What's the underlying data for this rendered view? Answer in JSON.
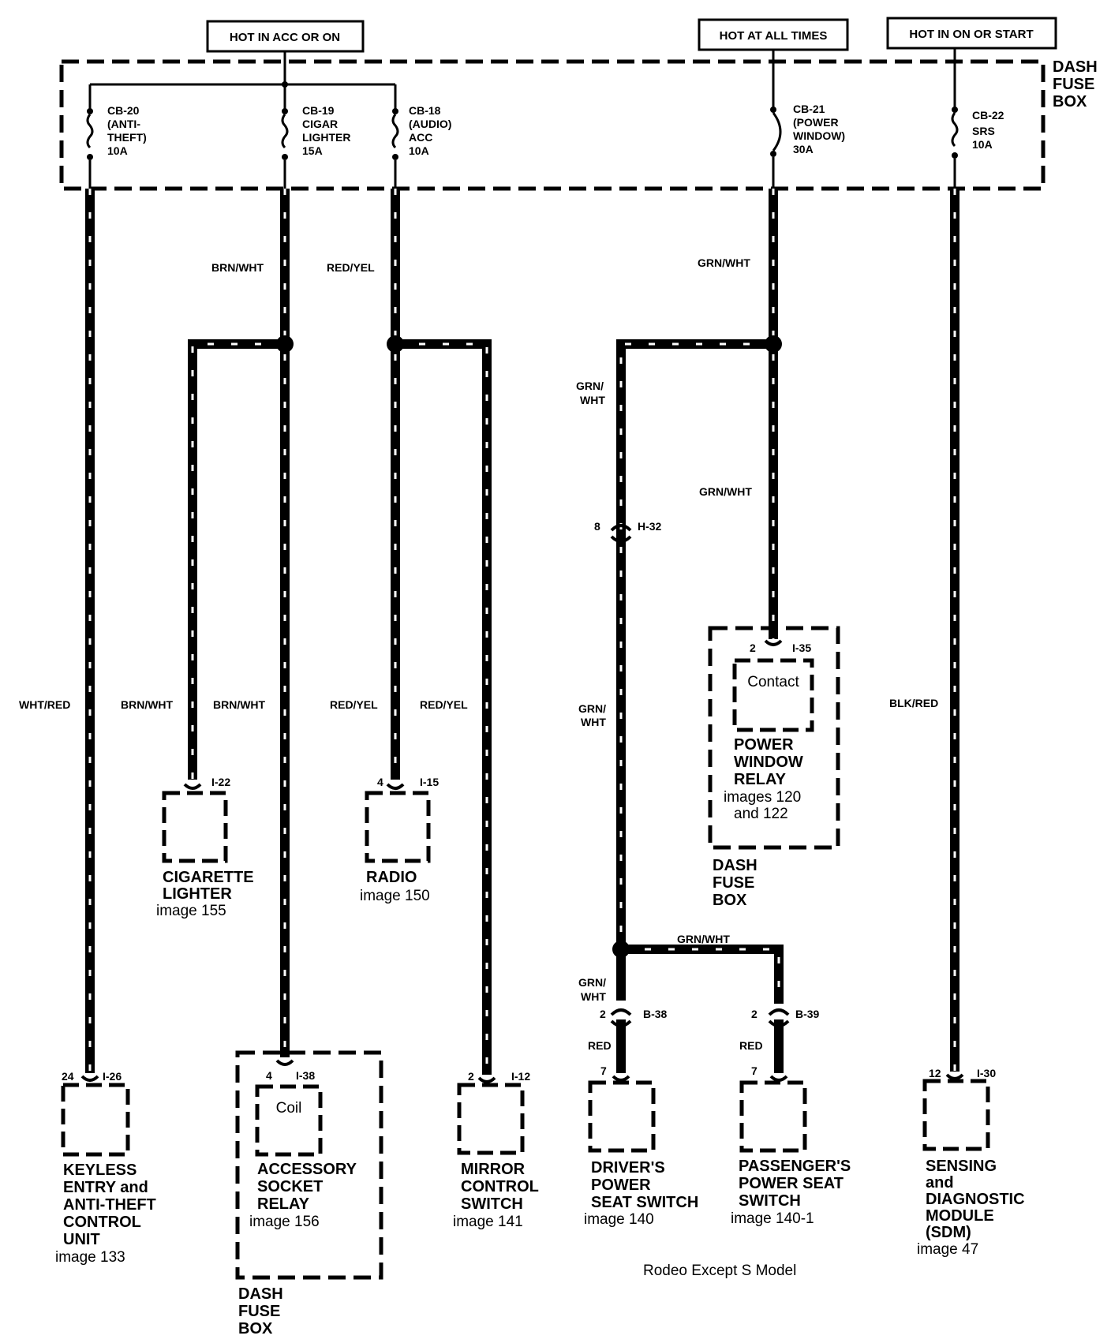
{
  "headers": {
    "acc": "HOT IN ACC OR ON",
    "always": "HOT AT ALL TIMES",
    "start": "HOT IN ON OR START"
  },
  "dash_fuse_box": [
    "DASH",
    "FUSE",
    "BOX"
  ],
  "fuses": {
    "cb20": [
      "CB-20",
      "(ANTI-",
      "THEFT)",
      "10A"
    ],
    "cb19": [
      "CB-19",
      "CIGAR",
      "LIGHTER",
      "15A"
    ],
    "cb18": [
      "CB-18",
      "(AUDIO)",
      "ACC",
      "10A"
    ],
    "cb21": [
      "CB-21",
      "(POWER",
      "WINDOW)",
      "30A"
    ],
    "cb22": [
      "CB-22",
      "SRS",
      "10A"
    ]
  },
  "wires": {
    "brn_wht": "BRN/WHT",
    "red_yel": "RED/YEL",
    "grn_wht": "GRN/WHT",
    "grn_wht_split": [
      "GRN/",
      "WHT"
    ],
    "wht_red": "WHT/RED",
    "blk_red": "BLK/RED",
    "red": "RED"
  },
  "connectors": {
    "i22": "I-22",
    "i15_pin": "4",
    "i15": "I-15",
    "h32_pin": "8",
    "h32": "H-32",
    "i35_pin": "2",
    "i35": "I-35",
    "i26_pin": "24",
    "i26": "I-26",
    "i38_pin": "4",
    "i38": "I-38",
    "i12_pin": "2",
    "i12": "I-12",
    "b38_pin": "2",
    "b38": "B-38",
    "b38_pin2": "7",
    "b39_pin": "2",
    "b39": "B-39",
    "b39_pin2": "7",
    "i30_pin": "12",
    "i30": "I-30"
  },
  "components": {
    "cigarette_lighter": {
      "name": [
        "CIGARETTE",
        "LIGHTER"
      ],
      "ref": "image 155"
    },
    "radio": {
      "name": [
        "RADIO"
      ],
      "ref": "image 150"
    },
    "power_window_relay": {
      "inner": "Contact",
      "name": [
        "POWER",
        "WINDOW",
        "RELAY"
      ],
      "ref": [
        "images 120",
        "and 122"
      ]
    },
    "keyless": {
      "name": [
        "KEYLESS",
        "ENTRY and",
        "ANTI-THEFT",
        "CONTROL",
        "UNIT"
      ],
      "ref": "image 133"
    },
    "accessory_socket_relay": {
      "inner": "Coil",
      "name": [
        "ACCESSORY",
        "SOCKET",
        "RELAY"
      ],
      "ref": "image 156"
    },
    "mirror": {
      "name": [
        "MIRROR",
        "CONTROL",
        "SWITCH"
      ],
      "ref": "image 141"
    },
    "driver_seat": {
      "name": [
        "DRIVER'S",
        "POWER",
        "SEAT SWITCH"
      ],
      "ref": "image 140"
    },
    "passenger_seat": {
      "name": [
        "PASSENGER'S",
        "POWER SEAT",
        "SWITCH"
      ],
      "ref": "image 140-1"
    },
    "sdm": {
      "name": [
        "SENSING",
        "and",
        "DIAGNOSTIC",
        "MODULE",
        "(SDM)"
      ],
      "ref": "image 47"
    }
  },
  "footer": "Rodeo Except S Model"
}
